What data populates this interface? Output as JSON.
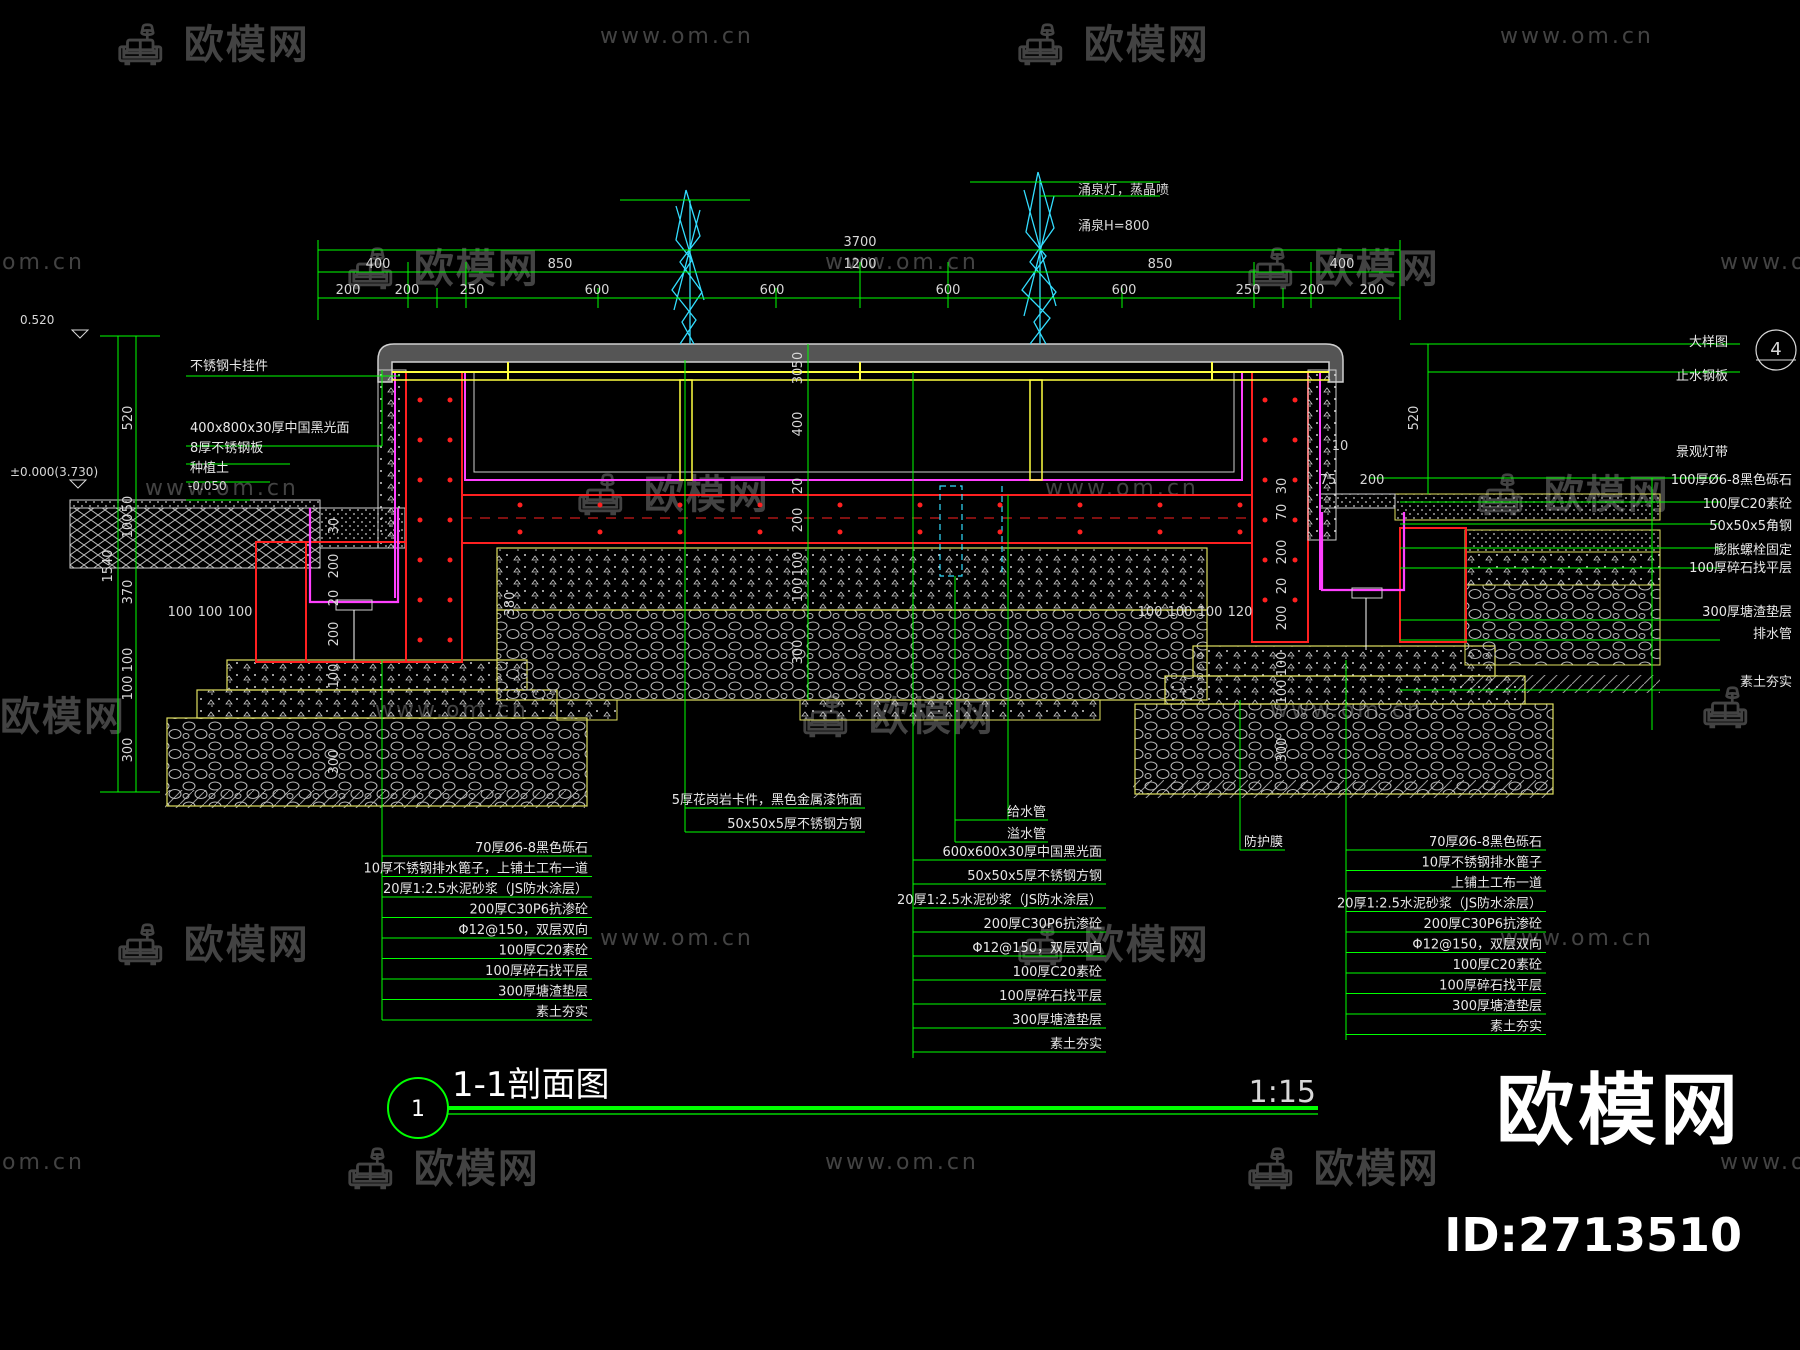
{
  "title": "1-1剖面图",
  "scale": "1:15",
  "section_number": "1",
  "brand": {
    "name": "欧模网",
    "id": "ID:2713510"
  },
  "watermark": {
    "name": "欧模网",
    "url": "www.om.cn",
    "url_short": "om.cn"
  },
  "dimensions": {
    "overall": "3700",
    "row1": [
      "400",
      "850",
      "1200",
      "850",
      "400"
    ],
    "row2": [
      "200",
      "200",
      "250",
      "600",
      "600",
      "600",
      "600",
      "250",
      "200",
      "200"
    ],
    "left_vertical": [
      "520",
      "50",
      "100",
      "370",
      "100",
      "100",
      "300"
    ],
    "left_total": "1540",
    "left_small": [
      "30",
      "20",
      "200",
      "20",
      "200",
      "100",
      "300"
    ],
    "center_vertical": [
      "50",
      "30",
      "400",
      "20",
      "200",
      "100",
      "100",
      "300"
    ],
    "right_vertical": [
      "520",
      "10",
      "30",
      "70",
      "200",
      "20",
      "200",
      "100",
      "100",
      "300"
    ],
    "left_base": [
      "100",
      "100",
      "100"
    ],
    "right_base": [
      "100",
      "100",
      "100",
      "120"
    ],
    "inner": [
      "380",
      "200",
      "75"
    ]
  },
  "levels": {
    "top": "0.520",
    "ground": "±0.000(3.730)",
    "inner": "-0.050"
  },
  "annotations": {
    "fountain": [
      "涌泉灯，蒸晶喷",
      "涌泉H=800"
    ],
    "left_top": [
      "不锈钢卡挂件",
      "400x800x30厚中国黑光面",
      "8厚不锈钢板",
      "种植土"
    ],
    "right_top": [
      "大样图",
      "止水钢板",
      "景观灯带",
      "100厚Ø6-8黑色砾石",
      "100厚C20素砼",
      "50x50x5角钢",
      "膨胀螺栓固定",
      "100厚碎石找平层",
      "300厚塘渣垫层",
      "排水管",
      "素土夯实"
    ],
    "mid": [
      "5厚花岗岩卡件，黑色金属漆饰面",
      "50x50x5厚不锈钢方钢"
    ],
    "pipes": [
      "给水管",
      "溢水管"
    ],
    "membrane": "防护膜",
    "left_layers": [
      "70厚Ø6-8黑色砾石",
      "10厚不锈钢排水篦子，上铺土工布一道",
      "20厚1:2.5水泥砂浆（JS防水涂层）",
      "200厚C30P6抗渗砼",
      "Φ12@150，双层双向",
      "100厚C20素砼",
      "100厚碎石找平层",
      "300厚塘渣垫层",
      "素土夯实"
    ],
    "center_layers": [
      "600x600x30厚中国黑光面",
      "50x50x5厚不锈钢方钢",
      "20厚1:2.5水泥砂浆（JS防水涂层）",
      "200厚C30P6抗渗砼",
      "Φ12@150，双层双向",
      "100厚C20素砼",
      "100厚碎石找平层",
      "300厚塘渣垫层",
      "素土夯实"
    ],
    "right_layers": [
      "70厚Ø6-8黑色砾石",
      "10厚不锈钢排水篦子",
      "上铺土工布一道",
      "20厚1:2.5水泥砂浆（JS防水涂层）",
      "200厚C30P6抗渗砼",
      "Φ12@150，双层双向",
      "100厚C20素砼",
      "100厚碎石找平层",
      "300厚塘渣垫层",
      "素土夯实"
    ]
  },
  "detail_ref": "4",
  "colors": {
    "line": "#00ff00",
    "wall": "#ff2020",
    "steel": "#ffff40",
    "fill": "#d0d0d0",
    "water": "#ffffff",
    "jet": "#33ddff",
    "dim": "#d8d8d8",
    "label": "#e8e8e8",
    "ink": "#d0d000"
  }
}
